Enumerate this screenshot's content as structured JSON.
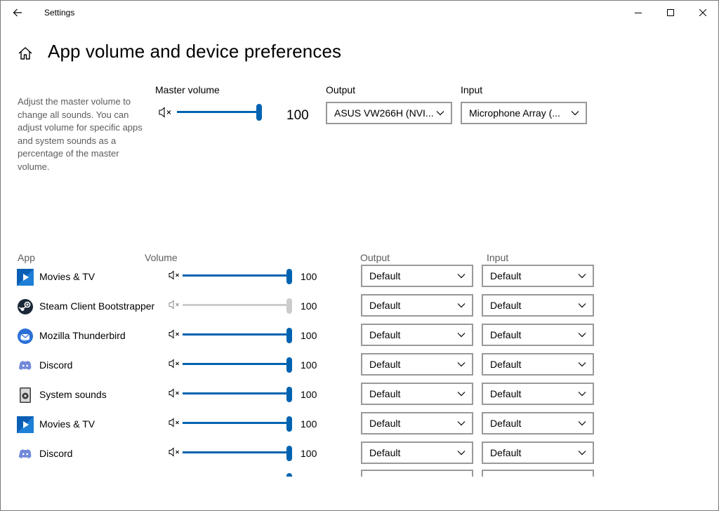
{
  "window": {
    "title": "Settings"
  },
  "header": {
    "title": "App volume and device preferences"
  },
  "description": "Adjust the master volume to change all sounds. You can adjust volume for specific apps and system sounds as a percentage of the master volume.",
  "master": {
    "label": "Master volume",
    "value": "100",
    "level": 1.0,
    "output_label": "Output",
    "output_value": "ASUS VW266H (NVI...",
    "input_label": "Input",
    "input_value": "Microphone Array (..."
  },
  "columns": {
    "app": "App",
    "volume": "Volume",
    "output": "Output",
    "input": "Input"
  },
  "apps": [
    {
      "name": "Movies & TV",
      "icon": "movies-tv-icon",
      "value": "100",
      "enabled": true,
      "output": "Default",
      "input": "Default"
    },
    {
      "name": "Steam Client Bootstrapper",
      "icon": "steam-icon",
      "value": "100",
      "enabled": false,
      "output": "Default",
      "input": "Default"
    },
    {
      "name": "Mozilla Thunderbird",
      "icon": "thunderbird-icon",
      "value": "100",
      "enabled": true,
      "output": "Default",
      "input": "Default"
    },
    {
      "name": "Discord",
      "icon": "discord-icon",
      "value": "100",
      "enabled": true,
      "output": "Default",
      "input": "Default"
    },
    {
      "name": "System sounds",
      "icon": "system-sounds-icon",
      "value": "100",
      "enabled": true,
      "output": "Default",
      "input": "Default"
    },
    {
      "name": "Movies & TV",
      "icon": "movies-tv-icon",
      "value": "100",
      "enabled": true,
      "output": "Default",
      "input": "Default"
    },
    {
      "name": "Discord",
      "icon": "discord-icon",
      "value": "100",
      "enabled": true,
      "output": "Default",
      "input": "Default"
    }
  ],
  "colors": {
    "accent": "#0063b1",
    "disabled": "#cccccc",
    "border": "#999999",
    "secondary_text": "#5c5c5c"
  }
}
